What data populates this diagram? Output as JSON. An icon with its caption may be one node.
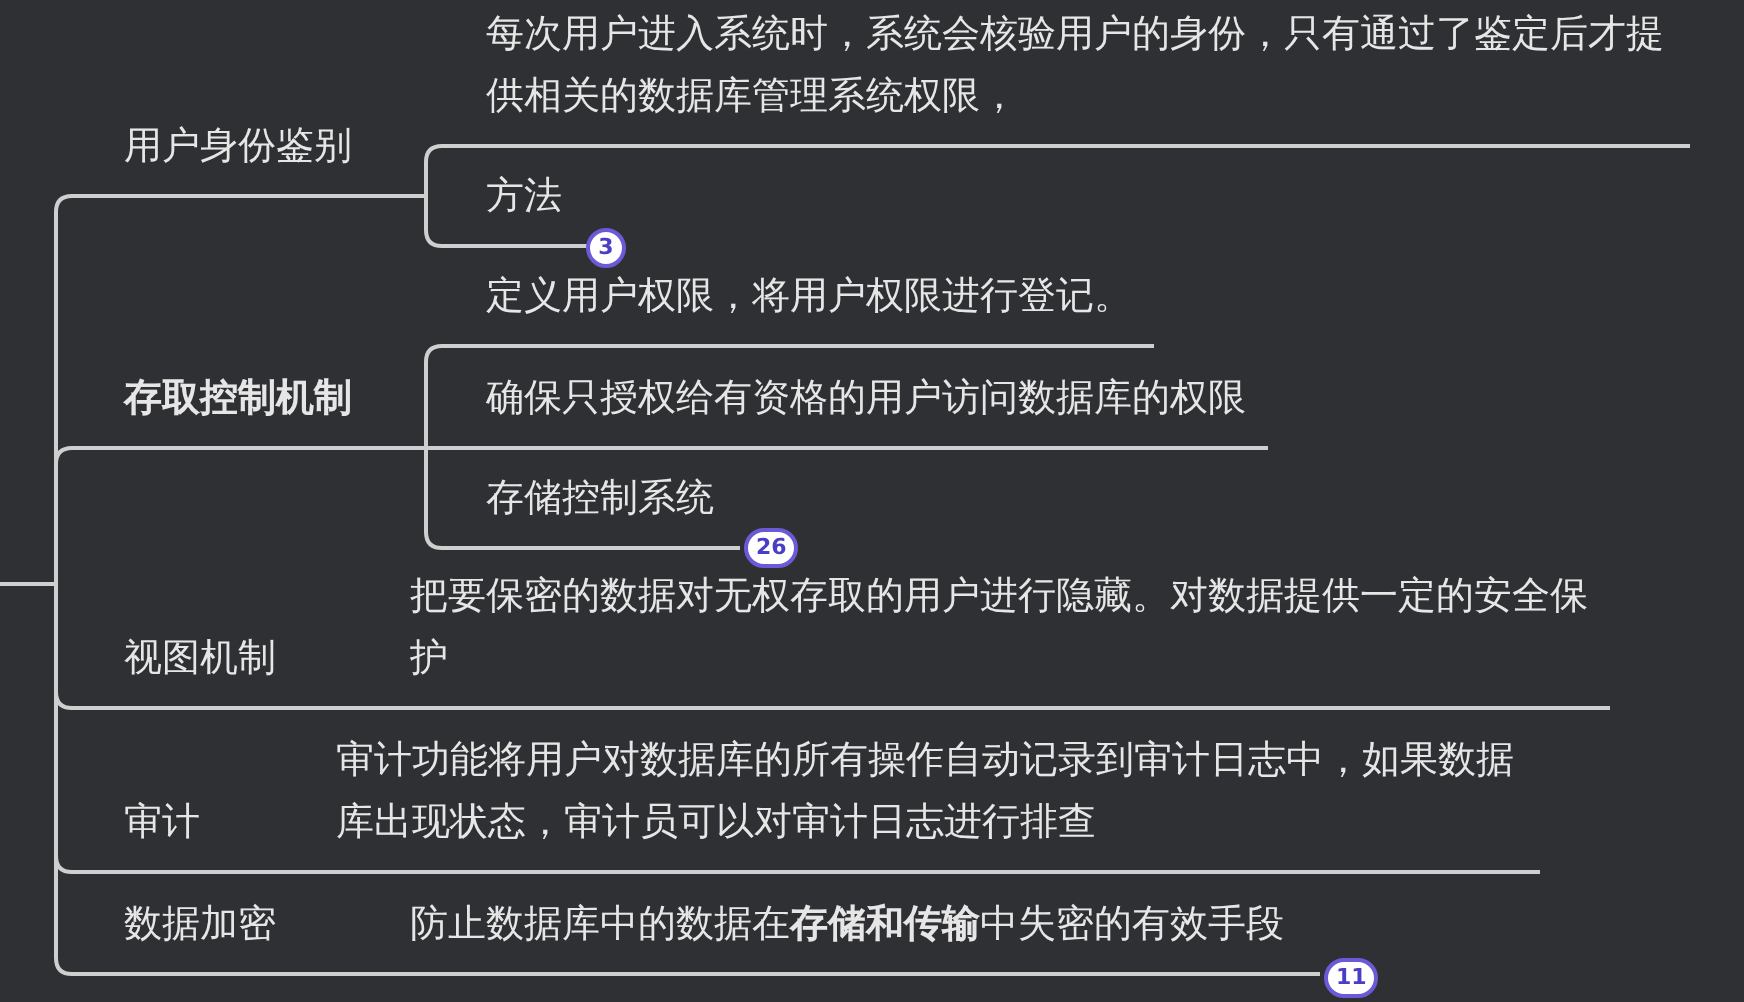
{
  "diagram": {
    "nodes": [
      {
        "text": [
          "用户身份鉴别"
        ]
      },
      {
        "text": [
          "每次用户进入系统时，系统会核验用户的身份，只有通过了鉴定后才提供相关的数据库管理系统权限，"
        ]
      },
      {
        "text": [
          "方法"
        ],
        "beside": [
          "3"
        ]
      },
      {
        "text": [
          "存取控制机制"
        ]
      },
      {
        "text": [
          "定义用户权限，将用户权限进行登记。"
        ]
      },
      {
        "text": [
          "确保只授权给有资格的用户访问数据库的权限"
        ]
      },
      {
        "text": [
          "存储控制系统"
        ],
        "beside": [
          "26"
        ]
      },
      {
        "text": [
          "视图机制"
        ]
      },
      {
        "text": [
          "把要保密的数据对无权存取的用户进行隐藏。对数据提供一定的安全保护"
        ]
      },
      {
        "text": [
          "审计"
        ]
      },
      {
        "text": [
          "审计功能将用户对数据库的所有操作自动记录到审计日志中，如果数据库出现状态，审计员可以对审计日志进行排查"
        ]
      },
      {
        "text": [
          "数据加密"
        ]
      },
      {
        "text": [
          "防止数据库中的数据在**存储和传输**中失密的有效手段"
        ],
        "beside": [
          "11"
        ]
      }
    ],
    "edges": [
      {
        "from": null,
        "to": 0,
        "arrow": "none"
      },
      {
        "from": 0,
        "to": 1,
        "arrow": "none"
      },
      {
        "from": 0,
        "to": 2,
        "arrow": "none"
      },
      {
        "from": null,
        "to": 3,
        "arrow": "none"
      },
      {
        "from": 3,
        "to": 4,
        "arrow": "none"
      },
      {
        "from": 3,
        "to": 5,
        "arrow": "none"
      },
      {
        "from": 3,
        "to": 6,
        "arrow": "none"
      },
      {
        "from": null,
        "to": 7,
        "arrow": "none"
      },
      {
        "from": 7,
        "to": 8,
        "arrow": "none"
      },
      {
        "from": null,
        "to": 9,
        "arrow": "none"
      },
      {
        "from": 9,
        "to": 10,
        "arrow": "none"
      },
      {
        "from": null,
        "to": 11,
        "arrow": "none"
      },
      {
        "from": 11,
        "to": 12,
        "arrow": "none"
      }
    ]
  }
}
